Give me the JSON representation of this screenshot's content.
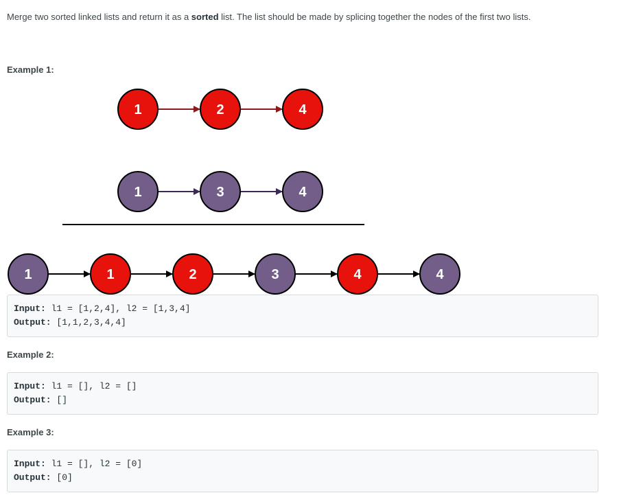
{
  "description": {
    "before": "Merge two sorted linked lists and return it as a ",
    "bold": "sorted",
    "after": " list. The list should be made by splicing together the nodes of the first two lists."
  },
  "colors": {
    "red_node": "#e8120c",
    "purple_node": "#735e8a",
    "red_arrow": "#8b1a1a",
    "purple_arrow": "#3b2a55",
    "merged_arrow": "#000000",
    "code_bg": "#f7f9fa"
  },
  "examples": [
    {
      "title": "Example 1:",
      "input_label": "Input:",
      "input_value": " l1 = [1,2,4], l2 = [1,3,4]",
      "output_label": "Output:",
      "output_value": " [1,1,2,3,4,4]"
    },
    {
      "title": "Example 2:",
      "input_label": "Input:",
      "input_value": " l1 = [], l2 = []",
      "output_label": "Output:",
      "output_value": " []"
    },
    {
      "title": "Example 3:",
      "input_label": "Input:",
      "input_value": " l1 = [], l2 = [0]",
      "output_label": "Output:",
      "output_value": " [0]"
    }
  ],
  "diagram": {
    "list1": [
      {
        "value": "1",
        "color": "red"
      },
      {
        "value": "2",
        "color": "red"
      },
      {
        "value": "4",
        "color": "red"
      }
    ],
    "list2": [
      {
        "value": "1",
        "color": "purple"
      },
      {
        "value": "3",
        "color": "purple"
      },
      {
        "value": "4",
        "color": "purple"
      }
    ],
    "merged": [
      {
        "value": "1",
        "color": "purple"
      },
      {
        "value": "1",
        "color": "red"
      },
      {
        "value": "2",
        "color": "red"
      },
      {
        "value": "3",
        "color": "purple"
      },
      {
        "value": "4",
        "color": "red"
      },
      {
        "value": "4",
        "color": "purple"
      }
    ]
  }
}
